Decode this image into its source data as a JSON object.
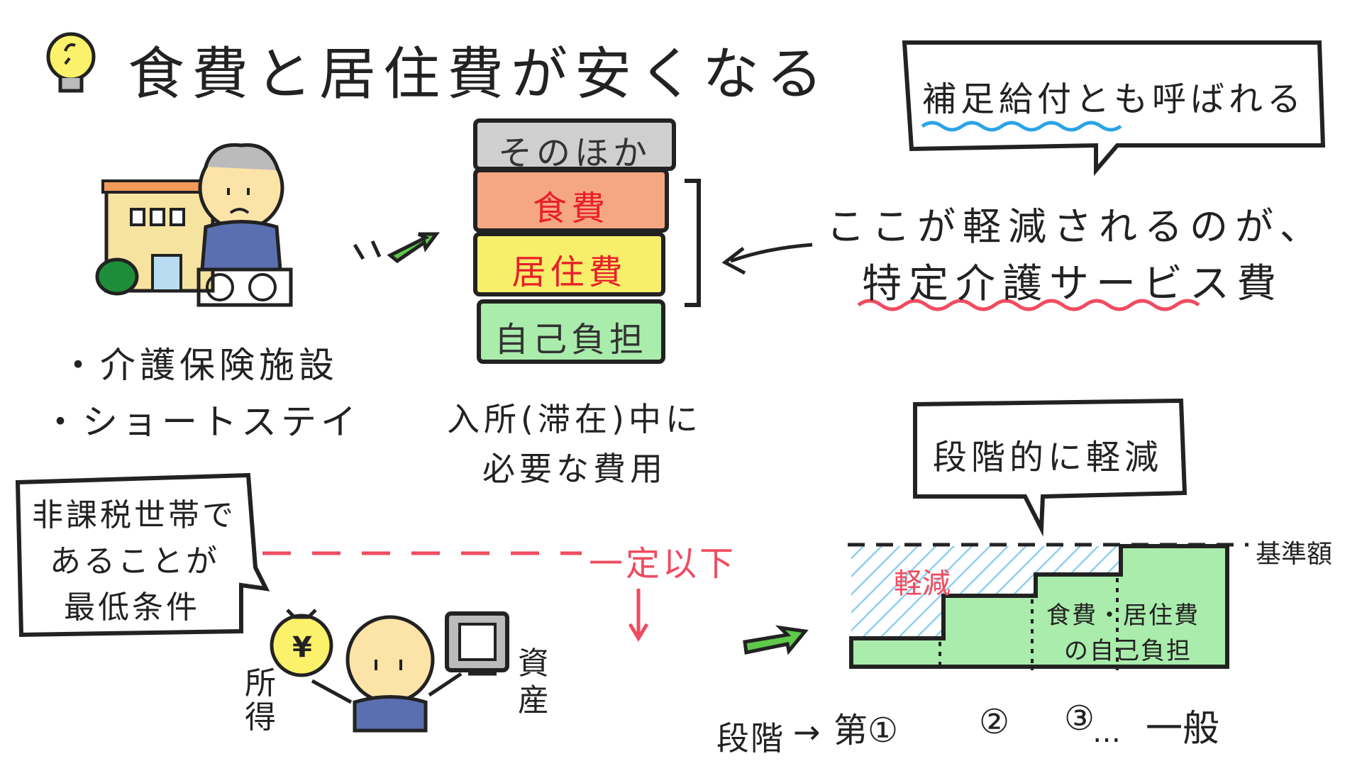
{
  "title": "食費と居住費が安くなる",
  "facilities": {
    "item1": "・介護保険施設",
    "item2": "・ショートステイ"
  },
  "stack": {
    "other": "そのほか",
    "food": "食費",
    "housing": "居住費",
    "self": "自己負担"
  },
  "stack_caption": {
    "line1": "入所(滞在)中に",
    "line2": "必要な費用"
  },
  "bubble_top": "補足給付とも呼ばれる",
  "reduction_note": {
    "line1": "ここが軽減されるのが、",
    "line2": "特定介護サービス費"
  },
  "bubble_left": {
    "line1": "非課税世帯で",
    "line2": "あることが",
    "line3": "最低条件"
  },
  "threshold": "一定以下",
  "income_label": "所得",
  "assets_label": "資産",
  "yen_symbol": "¥",
  "bubble_right": "段階的に軽減",
  "chart": {
    "base_label": "基準額",
    "reduced_label": "軽減",
    "self_label_line1": "食費・居住費",
    "self_label_line2": "の自己負担",
    "stage_prefix": "段階",
    "stage1": "第①",
    "stage2": "②",
    "stage3": "③",
    "dots": "…",
    "general": "一般"
  },
  "colors": {
    "other": "#cfcfcf",
    "food": "#f5a784",
    "housing": "#f7ef6a",
    "self": "#a9ecab",
    "red_text": "#e8202a",
    "pink": "#f04b5f",
    "blue_wave": "#2aa3e6",
    "green_arrow": "#5ec94a"
  }
}
